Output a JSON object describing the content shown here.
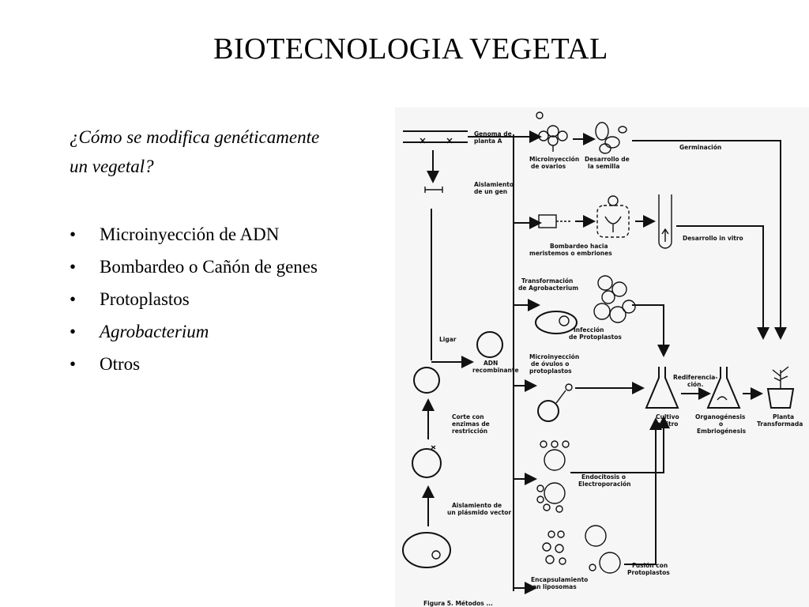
{
  "title": "BIOTECNOLOGIA VEGETAL",
  "question": {
    "line1": "¿Cómo se modifica genéticamente",
    "line2": "un vegetal?"
  },
  "bullets": [
    {
      "label": "Microinyección de ADN",
      "italic": false
    },
    {
      "label": "Bombardeo o Cañón de genes",
      "italic": false
    },
    {
      "label": "Protoplastos",
      "italic": false
    },
    {
      "label": "Agrobacterium",
      "italic": true
    },
    {
      "label": "Otros",
      "italic": false
    }
  ],
  "bullet_symbol": "•",
  "diagram": {
    "genoma": [
      "Genoma de",
      "planta A"
    ],
    "aislamiento_gen": [
      "Aislamiento",
      "de un gen"
    ],
    "ligar": "Ligar",
    "adn_recombinante": [
      "ADN",
      "recombinante"
    ],
    "corte": [
      "Corte con",
      "enzimas de",
      "restricción"
    ],
    "aislamiento_plasmido": [
      "Aislamiento de",
      "un plásmido vector"
    ],
    "microinyeccion_ovarios": [
      "Microinyección",
      "de ovarios"
    ],
    "desarrollo_semilla": [
      "Desarrollo de",
      "la semilla"
    ],
    "germinacion": "Germinación",
    "bombardeo": [
      "Bombardeo hacia",
      "meristemos o embriones"
    ],
    "desarrollo_in_vitro": "Desarrollo in vitro",
    "transformacion": [
      "Transformación",
      "de Agrobacterium"
    ],
    "infeccion": [
      "Infección",
      "de Protoplastos"
    ],
    "microinyeccion_ovulos": [
      "Microinyección",
      "de óvulos o",
      "protoplastos"
    ],
    "cultivo": [
      "Cultivo",
      "in vitro"
    ],
    "rediferenciacion": [
      "Rediferencia-",
      "ción."
    ],
    "organogenesis": [
      "Organogénesis",
      "o",
      "Embriogénesis"
    ],
    "planta": [
      "Planta",
      "Transformada"
    ],
    "endocitosis": [
      "Endocitosis o",
      "Electroporación"
    ],
    "encapsulamiento": [
      "Encapsulamiento",
      "en liposomas"
    ],
    "fusion": [
      "Fusión con",
      "Protoplastos"
    ],
    "caption": "Figura 5. Métodos ..."
  }
}
